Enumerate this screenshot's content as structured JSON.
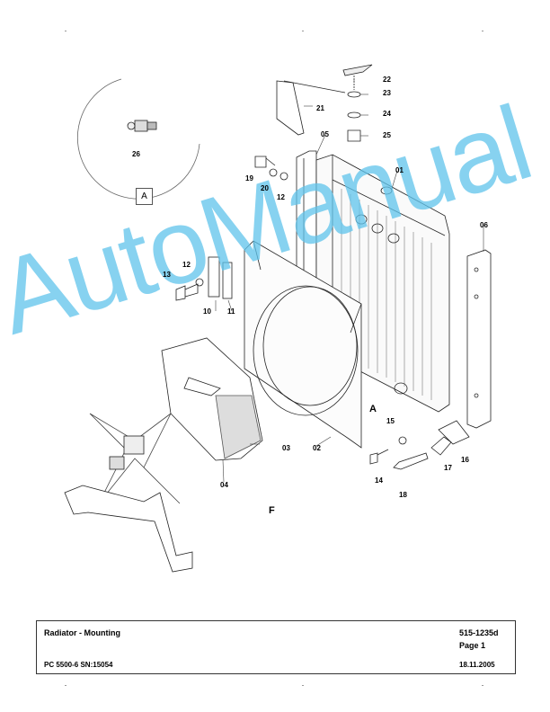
{
  "watermark": "AutoManual",
  "detail_label": "A",
  "view_label_a": "A",
  "view_label_f": "F",
  "parts": [
    "01",
    "02",
    "03",
    "04",
    "05",
    "06",
    "10",
    "11",
    "12",
    "12",
    "13",
    "14",
    "15",
    "16",
    "17",
    "18",
    "19",
    "20",
    "21",
    "22",
    "23",
    "24",
    "25",
    "26"
  ],
  "title_block": {
    "title": "Radiator - Mounting",
    "doc_number": "515-1235d",
    "page": "Page 1",
    "machine": "PC 5500-6 SN:15054",
    "date": "18.11.2005"
  }
}
